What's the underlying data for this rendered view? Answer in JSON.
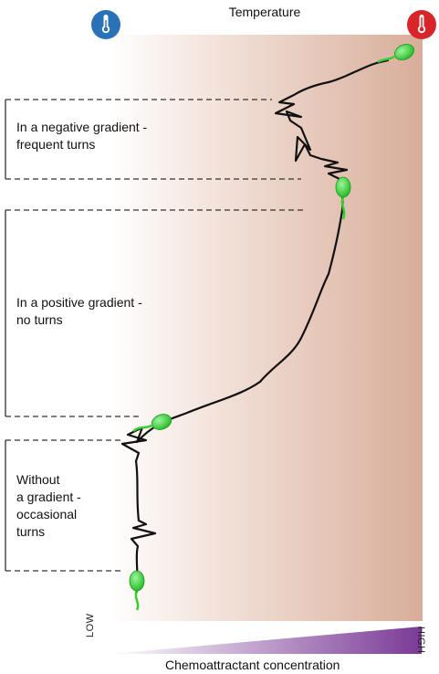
{
  "temperature_bar": {
    "title": "Temperature",
    "low_icon": "thermometer-cold-icon",
    "high_icon": "thermometer-hot-icon",
    "low_color": "#2a72b8",
    "high_color": "#d9252a"
  },
  "panels": [
    {
      "text": "In a negative gradient -\nfrequent turns"
    },
    {
      "text": "In a positive gradient -\nno turns"
    },
    {
      "text": "Without\na gradient -\noccasional\nturns"
    }
  ],
  "concentration_bar": {
    "title": "Chemoattractant concentration",
    "low_label": "LOW",
    "high_label": "HIGH",
    "color": "#7a3a96"
  },
  "colors": {
    "gradient_start": "#ffffff",
    "gradient_end": "#d8ad99",
    "bacterium": "#2fd12f",
    "path": "#111111"
  }
}
